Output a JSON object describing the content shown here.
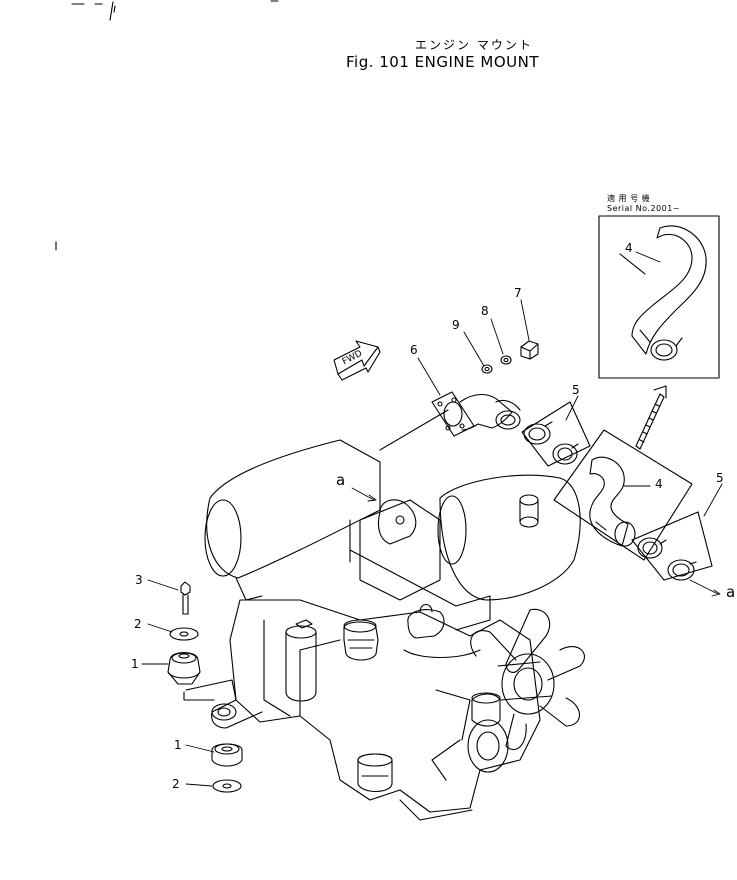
{
  "header": {
    "title_jp": "エンジン マウント",
    "title_en": "Fig. 101 ENGINE MOUNT"
  },
  "inset": {
    "label_jp": "適 用 号 機",
    "label_serial": "Serial No.2001~"
  },
  "fwd_label": "FWD",
  "callouts": {
    "c1a": "1",
    "c1b": "1",
    "c2a": "2",
    "c2b": "2",
    "c3": "3",
    "c4a": "4",
    "c4b": "4",
    "c5a": "5",
    "c5b": "5",
    "c6": "6",
    "c7": "7",
    "c8": "8",
    "c9": "9",
    "ref_a1": "a",
    "ref_a2": "a"
  }
}
